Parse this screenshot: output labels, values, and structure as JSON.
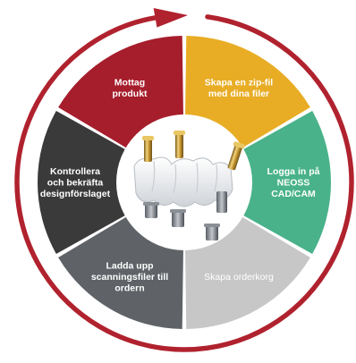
{
  "colors": {
    "ring": "#b0222e",
    "background": "#ffffff",
    "center": "#ffffff"
  },
  "steps": [
    {
      "lines": [
        "Mottag",
        "produkt"
      ],
      "color": "#a61d2b",
      "weight": "bold"
    },
    {
      "lines": [
        "Skapa en zip-fil",
        "med dina filer"
      ],
      "color": "#e8ad25",
      "weight": "bold"
    },
    {
      "lines": [
        "Logga in på",
        "NEOSS",
        "CAD/CAM"
      ],
      "color": "#49b28a",
      "weight": "bold"
    },
    {
      "lines": [
        "Skapa orderkorg"
      ],
      "color": "#c7c7c7",
      "weight": "normal"
    },
    {
      "lines": [
        "Ladda upp",
        "scanningsfiler till",
        "ordern"
      ],
      "color": "#5f6368",
      "weight": "bold"
    },
    {
      "lines": [
        "Kontrollera",
        "och bekräfta",
        "designförslaget"
      ],
      "color": "#3a3a3a",
      "weight": "bold"
    }
  ],
  "center_image": "dental-implant-bridge-illustration"
}
